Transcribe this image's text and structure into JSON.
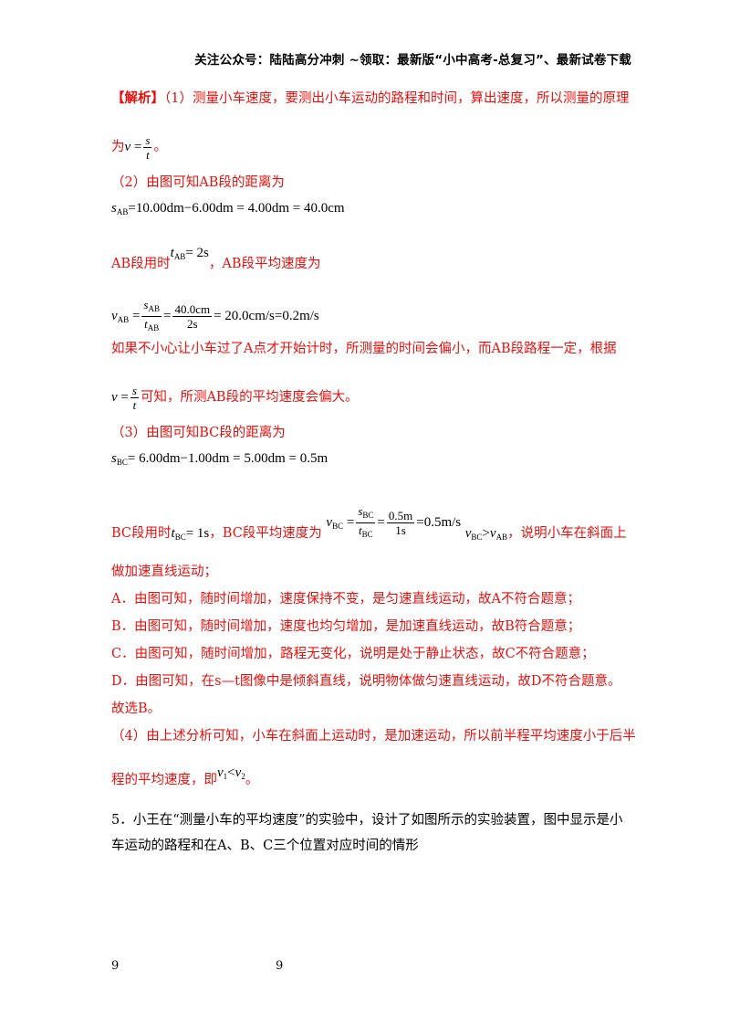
{
  "header": "关注公众号：陆陆高分冲刺 ~领取：最新版“小中高考-总复习”、最新试卷下载",
  "part1": {
    "tag": "【解析】",
    "text": "（1）测量小车速度，要测出小车运动的路程和时间，算出速度，所以测量的原理",
    "text2_prefix": "为",
    "text2_suffix": "。"
  },
  "part2": {
    "intro": "（2）由图可知AB段的距离为",
    "s_ab_eq": "=10.00dm−6.00dm = 4.00dm = 40.0cm",
    "time_prefix": "AB段用时",
    "time_eq": "= 2s",
    "time_suffix": "，AB段平均速度为",
    "v_ab_eq1_num": "40.0cm",
    "v_ab_eq1_den": "2s",
    "v_ab_result": "= 20.0cm/s=0.2m/s",
    "note1": "如果不小心让小车过了A点才开始计时，所测量的时间会偏小，而AB段路程一定，根据",
    "note2_suffix": "可知，所测AB段的平均速度会偏大。"
  },
  "part3": {
    "intro": "（3）由图可知BC段的距离为",
    "s_bc_eq": "= 6.00dm−1.00dm = 5.00dm = 0.5m",
    "time_prefix": "BC段用时",
    "time_eq": "= 1s",
    "time_suffix": "，BC段平均速度为",
    "v_bc_num": "0.5m",
    "v_bc_den": "1s",
    "v_bc_result": "=0.5m/s",
    "conclusion": "，说明小车在斜面上",
    "conclusion2": "做加速直线运动；",
    "optA": "A．由图可知，随时间增加，速度保持不变，是匀速直线运动，故A不符合题意；",
    "optB": "B．由图可知，随时间增加，速度也均匀增加，是加速直线运动，故B符合题意；",
    "optC": "C．由图可知，随时间增加，路程无变化，说明是处于静止状态，故C不符合题意；",
    "optD": "D．由图可知，在s—t图像中是倾斜直线，说明物体做匀速直线运动，故D不符合题意。",
    "answer": "故选B。"
  },
  "part4": {
    "text1": "（4）由上述分析可知，小车在斜面上运动时，是加速运动，所以前半程平均速度小于后半",
    "text2_prefix": "程的平均速度，即",
    "text2_suffix": "。"
  },
  "question5": {
    "line1": "5．小王在“测量小车的平均速度”的实验中，设计了如图所示的实验装置，图中显示是小",
    "line2": "车运动的路程和在A、B、C三个位置对应时间的情形"
  },
  "footer": {
    "left": "9",
    "center": "9"
  }
}
